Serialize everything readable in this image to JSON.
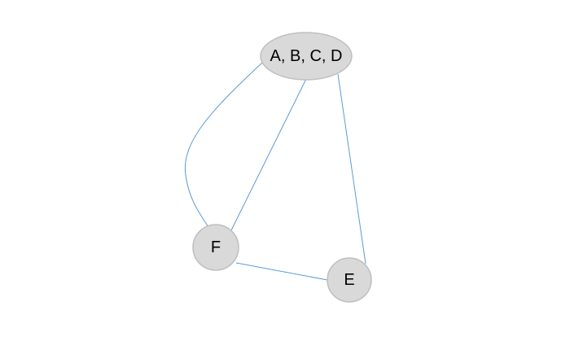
{
  "diagram": {
    "type": "graph",
    "colors": {
      "node_fill": "#d9d9d9",
      "node_stroke": "#bfbfbf",
      "edge": "#5b9bd5"
    },
    "nodes": [
      {
        "id": "ABCD",
        "label": "A, B, C, D"
      },
      {
        "id": "F",
        "label": "F"
      },
      {
        "id": "E",
        "label": "E"
      }
    ],
    "edges": [
      {
        "from": "ABCD",
        "to": "F",
        "style": "curved"
      },
      {
        "from": "ABCD",
        "to": "F",
        "style": "straight"
      },
      {
        "from": "ABCD",
        "to": "E",
        "style": "straight"
      },
      {
        "from": "F",
        "to": "E",
        "style": "straight"
      }
    ]
  }
}
